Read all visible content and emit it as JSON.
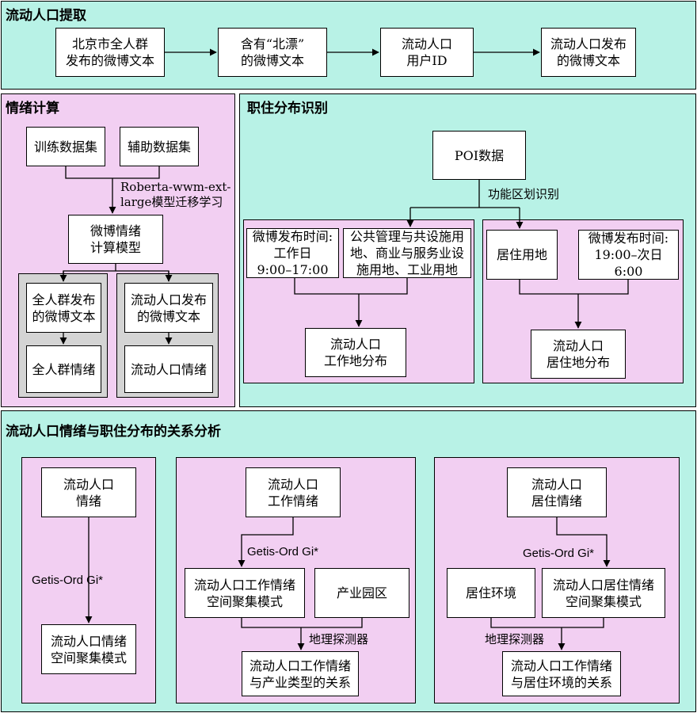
{
  "sections": {
    "extraction": {
      "title": "流动人口提取",
      "boxes": [
        "北京市全人群\n发布的微博文本",
        "含有“北漂”\n的微博文本",
        "流动人口\n用户ID",
        "流动人口发布\n的微博文本"
      ]
    },
    "emotion": {
      "title": "情绪计算",
      "training": "训练数据集",
      "auxiliary": "辅助数据集",
      "transfer_label": "Roberta-wwm-ext-\nlarge模型迁移学习",
      "model": "微博情绪\n计算模型",
      "all_text": "全人群发布\n的微博文本",
      "all_emotion": "全人群情绪",
      "mig_text": "流动人口发布\n的微博文本",
      "mig_emotion": "流动人口情绪"
    },
    "jobhouse": {
      "title": "职住分布识别",
      "poi": "POI数据",
      "func_label": "功能区划识别",
      "work_time": "微博发布时间:\n工作日\n9:00–17:00",
      "work_land": "公共管理与共设施用\n地、商业与服务业设\n施用地、工业用地",
      "work_dist": "流动人口\n工作地分布",
      "res_land": "居住用地",
      "res_time": "微博发布时间:\n19:00–次日6:00",
      "res_dist": "流动人口\n居住地分布"
    },
    "relation": {
      "title": "流动人口情绪与职住分布的关系分析",
      "left_emotion": "流动人口\n情绪",
      "left_label": "Getis-Ord Gi*",
      "left_result": "流动人口情绪\n空间聚集模式",
      "mid_emotion": "流动人口\n工作情绪",
      "mid_label": "Getis-Ord Gi*",
      "mid_cluster": "流动人口工作情绪\n空间聚集模式",
      "mid_park": "产业园区",
      "mid_detector": "地理探测器",
      "mid_result": "流动人口工作情绪\n与产业类型的关系",
      "right_emotion": "流动人口\n居住情绪",
      "right_label": "Getis-Ord Gi*",
      "right_env": "居住环境",
      "right_cluster": "流动人口居住情绪\n空间聚集模式",
      "right_detector": "地理探测器",
      "right_result": "流动人口工作情绪\n与居住环境的关系"
    }
  }
}
